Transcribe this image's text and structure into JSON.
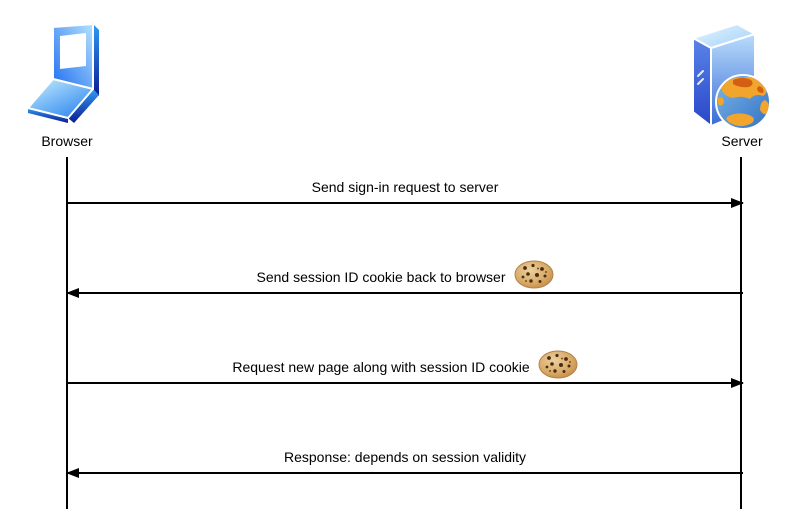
{
  "diagram": {
    "type": "sequence-diagram",
    "actors": [
      {
        "name": "Browser",
        "icon": "laptop-icon"
      },
      {
        "name": "Server",
        "icon": "server-globe-icon"
      }
    ],
    "messages": [
      {
        "label": "Send sign-in request to server",
        "from": "Browser",
        "to": "Server",
        "direction": "right",
        "has_cookie_icon": false
      },
      {
        "label": "Send session ID cookie back to browser",
        "from": "Server",
        "to": "Browser",
        "direction": "left",
        "has_cookie_icon": true
      },
      {
        "label": "Request new page along with session ID cookie",
        "from": "Browser",
        "to": "Server",
        "direction": "right",
        "has_cookie_icon": true
      },
      {
        "label": "Response: depends on session validity",
        "from": "Server",
        "to": "Browser",
        "direction": "left",
        "has_cookie_icon": false
      }
    ],
    "colors": {
      "line": "#000000",
      "icon_blue": "#2e86f0",
      "icon_dark_blue": "#0c1a90",
      "globe_orange": "#f2a52c",
      "cookie_tan": "#cf9a55",
      "cookie_chip": "#4b2c10"
    }
  }
}
